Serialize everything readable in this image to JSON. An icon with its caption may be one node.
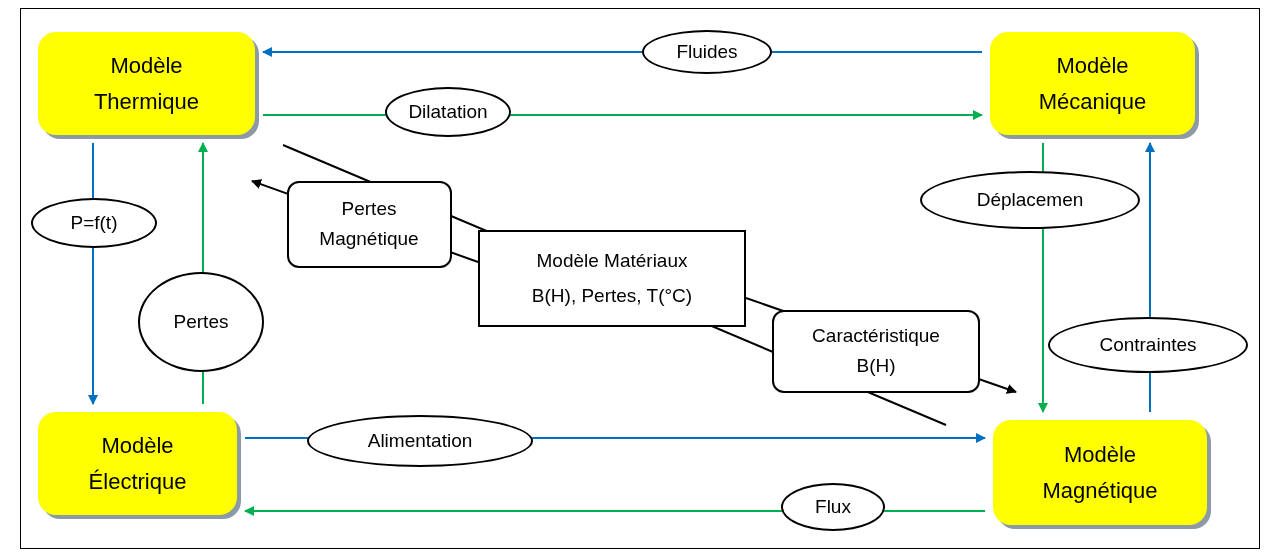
{
  "diagram": {
    "nodes": [
      {
        "text": [
          "Modèle Thermique"
        ]
      },
      {
        "text": [
          "Modèle Mécanique"
        ]
      },
      {
        "text": [
          "Modèle Électrique"
        ]
      },
      {
        "text": [
          "Modèle Magnétique"
        ]
      },
      {
        "text": [
          "Modèle Matériaux B(H), Pertes, T(°C)"
        ]
      }
    ],
    "edges": [
      {
        "from": 1,
        "to": 0,
        "arrow": "to",
        "label": "Fluides",
        "color": "#0070c0"
      },
      {
        "from": 0,
        "to": 1,
        "arrow": "to",
        "label": "Dilatation",
        "color": "#00b050"
      },
      {
        "from": 0,
        "to": 2,
        "arrow": "to",
        "label": "P=f(t)",
        "color": "#0070c0"
      },
      {
        "from": 2,
        "to": 0,
        "arrow": "to",
        "label": "Pertes",
        "color": "#00b050"
      },
      {
        "from": 1,
        "to": 3,
        "arrow": "to",
        "label": "Déplacemen",
        "color": "#00b050"
      },
      {
        "from": 3,
        "to": 1,
        "arrow": "to",
        "label": "Contraintes",
        "color": "#0070c0"
      },
      {
        "from": 2,
        "to": 3,
        "arrow": "to",
        "label": "Alimentation",
        "color": "#0070c0"
      },
      {
        "from": 3,
        "to": 2,
        "arrow": "to",
        "label": "Flux",
        "color": "#00b050"
      },
      {
        "from": 4,
        "to": 0,
        "arrow": "to",
        "label": "Pertes Magnétique",
        "color": "#000000"
      },
      {
        "from": 4,
        "to": 3,
        "arrow": "to",
        "label": "Caractéristique B(H)",
        "color": "#000000"
      }
    ]
  }
}
